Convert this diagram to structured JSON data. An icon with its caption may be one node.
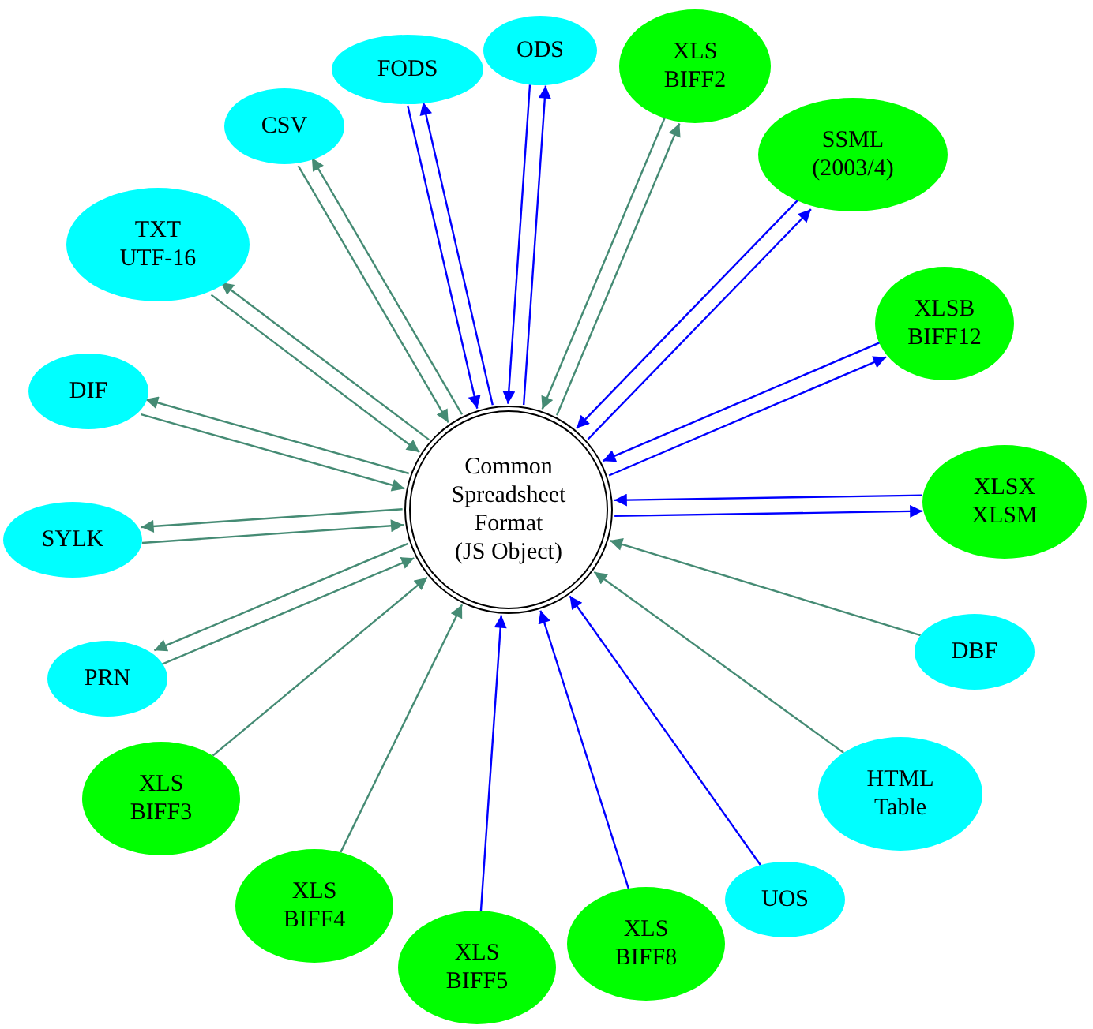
{
  "diagram": {
    "nodes": [
      {
        "text": [
          "Common Spreadsheet Format (JS Object)"
        ]
      },
      {
        "text": [
          "FODS"
        ]
      },
      {
        "text": [
          "ODS"
        ]
      },
      {
        "text": [
          "XLS BIFF2"
        ]
      },
      {
        "text": [
          "SSML (2003/4)"
        ]
      },
      {
        "text": [
          "XLSB BIFF12"
        ]
      },
      {
        "text": [
          "XLSX XLSM"
        ]
      },
      {
        "text": [
          "DBF"
        ]
      },
      {
        "text": [
          "HTML Table"
        ]
      },
      {
        "text": [
          "UOS"
        ]
      },
      {
        "text": [
          "XLS BIFF8"
        ]
      },
      {
        "text": [
          "XLS BIFF5"
        ]
      },
      {
        "text": [
          "XLS BIFF4"
        ]
      },
      {
        "text": [
          "XLS BIFF3"
        ]
      },
      {
        "text": [
          "PRN"
        ]
      },
      {
        "text": [
          "SYLK"
        ]
      },
      {
        "text": [
          "DIF"
        ]
      },
      {
        "text": [
          "TXT UTF-16"
        ]
      },
      {
        "text": [
          "CSV"
        ]
      }
    ],
    "edges": [
      {
        "from": 0,
        "to": 1,
        "arrow": "to",
        "color": "#0000ff"
      },
      {
        "from": 1,
        "to": 0,
        "arrow": "to",
        "color": "#0000ff"
      },
      {
        "from": 0,
        "to": 2,
        "arrow": "to",
        "color": "#0000ff"
      },
      {
        "from": 2,
        "to": 0,
        "arrow": "to",
        "color": "#0000ff"
      },
      {
        "from": 0,
        "to": 3,
        "arrow": "to"
      },
      {
        "from": 3,
        "to": 0,
        "arrow": "to"
      },
      {
        "from": 0,
        "to": 4,
        "arrow": "to",
        "color": "#0000ff"
      },
      {
        "from": 4,
        "to": 0,
        "arrow": "to",
        "color": "#0000ff"
      },
      {
        "from": 0,
        "to": 5,
        "arrow": "to",
        "color": "#0000ff"
      },
      {
        "from": 5,
        "to": 0,
        "arrow": "to",
        "color": "#0000ff"
      },
      {
        "from": 0,
        "to": 6,
        "arrow": "to",
        "color": "#0000ff"
      },
      {
        "from": 6,
        "to": 0,
        "arrow": "to",
        "color": "#0000ff"
      },
      {
        "from": 7,
        "to": 0,
        "arrow": "to"
      },
      {
        "from": 8,
        "to": 0,
        "arrow": "to"
      },
      {
        "from": 9,
        "to": 0,
        "arrow": "to",
        "color": "#0000ff"
      },
      {
        "from": 10,
        "to": 0,
        "arrow": "to",
        "color": "#0000ff"
      },
      {
        "from": 11,
        "to": 0,
        "arrow": "to",
        "color": "#0000ff"
      },
      {
        "from": 12,
        "to": 0,
        "arrow": "to"
      },
      {
        "from": 13,
        "to": 0,
        "arrow": "to"
      },
      {
        "from": 0,
        "to": 14,
        "arrow": "to"
      },
      {
        "from": 14,
        "to": 0,
        "arrow": "to"
      },
      {
        "from": 0,
        "to": 15,
        "arrow": "to"
      },
      {
        "from": 15,
        "to": 0,
        "arrow": "to"
      },
      {
        "from": 0,
        "to": 16,
        "arrow": "to"
      },
      {
        "from": 16,
        "to": 0,
        "arrow": "to"
      },
      {
        "from": 0,
        "to": 17,
        "arrow": "to"
      },
      {
        "from": 17,
        "to": 0,
        "arrow": "to"
      },
      {
        "from": 0,
        "to": 18,
        "arrow": "to"
      },
      {
        "from": 18,
        "to": 0,
        "arrow": "to"
      }
    ]
  }
}
